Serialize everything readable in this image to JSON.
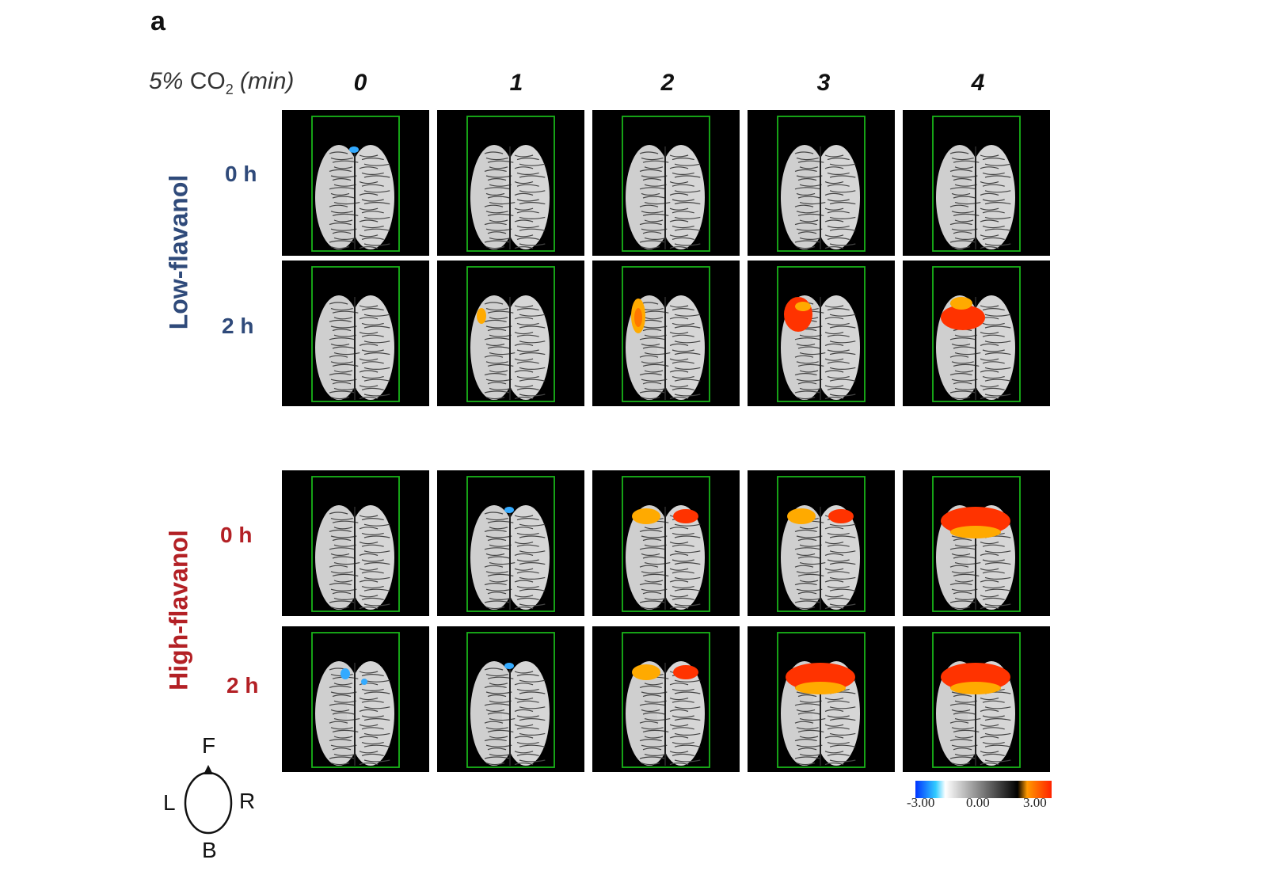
{
  "panel_letter": "a",
  "x_axis": {
    "prefix": "5% ",
    "co2": "CO",
    "co2_sub": "2",
    "suffix": " (min)"
  },
  "columns": [
    "0",
    "1",
    "2",
    "3",
    "4"
  ],
  "groups": [
    {
      "name": "Low-flavanol",
      "color": "#2f4a7a",
      "rows": [
        "0 h",
        "2 h"
      ]
    },
    {
      "name": "High-flavanol",
      "color": "#b32025",
      "rows": [
        "0 h",
        "2 h"
      ]
    }
  ],
  "activation_maps": [
    [
      [
        "deactivation-spot-top",
        "none",
        "none",
        "none",
        "none"
      ],
      [
        "none",
        "activation-spot-left",
        "activation-left-frontal",
        "activation-left-frontal-large",
        "activation-bilateral-frontal"
      ]
    ],
    [
      [
        "none",
        "deactivation-spot-top",
        "activation-frontal-rim",
        "activation-frontal-rim",
        "activation-frontal-wide"
      ],
      [
        "deactivation-spots",
        "deactivation-spot-top",
        "activation-frontal-rim",
        "activation-frontal-wide",
        "activation-frontal-wide"
      ]
    ]
  ],
  "colorbar": {
    "min_label": "-3.00",
    "mid_label": "0.00",
    "max_label": "3.00",
    "colors": [
      "#0033ff",
      "#33ccff",
      "#ffffff",
      "#000000",
      "#ff9900",
      "#ff2200"
    ]
  },
  "orientation": {
    "front": "F",
    "back": "B",
    "left": "L",
    "right": "R"
  }
}
